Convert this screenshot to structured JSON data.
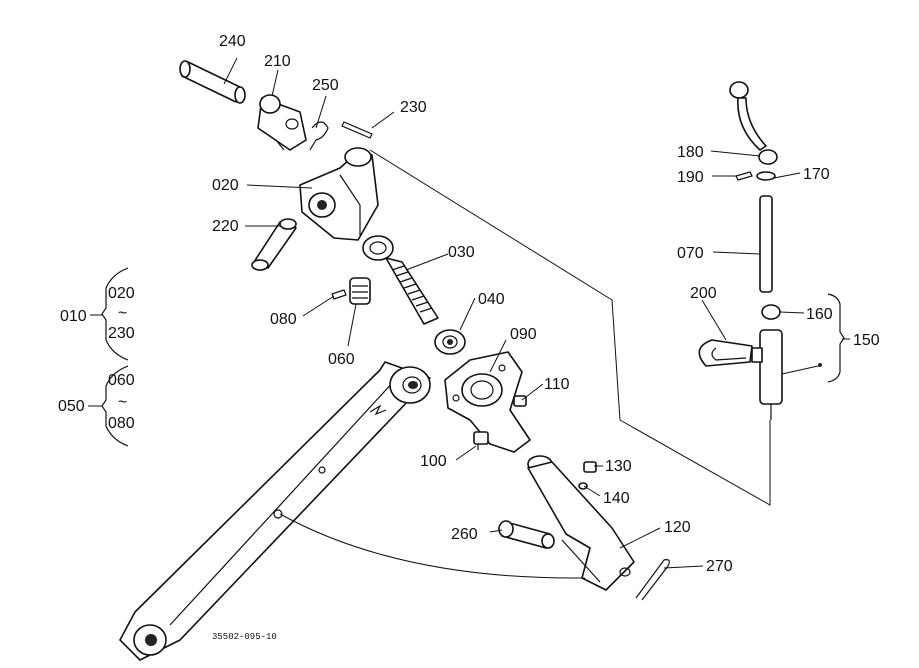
{
  "callouts": {
    "p240": "240",
    "p210": "210",
    "p250": "250",
    "p230": "230",
    "p020": "020",
    "p220": "220",
    "p030": "030",
    "p080": "080",
    "p060": "060",
    "p040": "040",
    "p090": "090",
    "p110": "110",
    "p100": "100",
    "p130": "130",
    "p140": "140",
    "p260": "260",
    "p120": "120",
    "p270": "270",
    "p180": "180",
    "p190": "190",
    "p170": "170",
    "p070": "070",
    "p200": "200",
    "p160": "160",
    "p150": "150"
  },
  "groups": {
    "g010": {
      "id": "010",
      "from": "020",
      "tilde": "~",
      "to": "230"
    },
    "g050": {
      "id": "050",
      "from": "060",
      "tilde": "~",
      "to": "080"
    }
  },
  "drawing_number": "35502-095-10"
}
